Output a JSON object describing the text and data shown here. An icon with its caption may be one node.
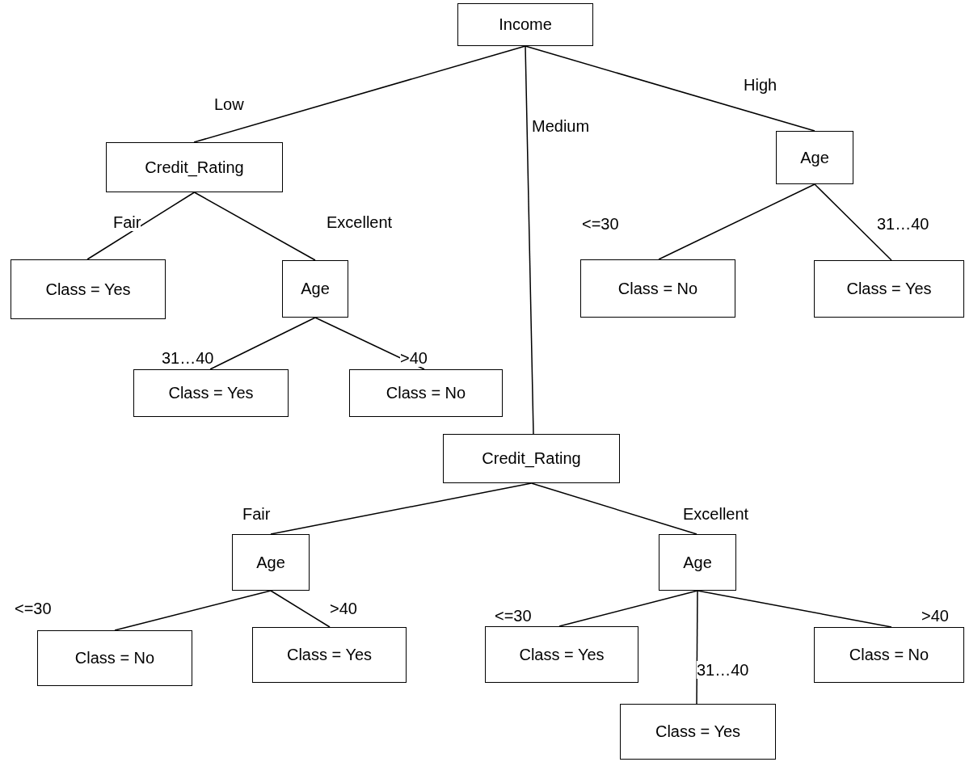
{
  "diagram": {
    "nodes": [
      {
        "text": [
          "Income"
        ]
      },
      {
        "text": [
          "Credit_Rating"
        ]
      },
      {
        "text": [
          "Class = Yes"
        ]
      },
      {
        "text": [
          "Age"
        ]
      },
      {
        "text": [
          "Class = Yes"
        ]
      },
      {
        "text": [
          "Class = No"
        ]
      },
      {
        "text": [
          "Credit_Rating"
        ]
      },
      {
        "text": [
          "Age"
        ]
      },
      {
        "text": [
          "Class = No"
        ]
      },
      {
        "text": [
          "Class = Yes"
        ]
      },
      {
        "text": [
          "Age"
        ]
      },
      {
        "text": [
          "Class = Yes"
        ]
      },
      {
        "text": [
          "Class = Yes"
        ]
      },
      {
        "text": [
          "Class = No"
        ]
      },
      {
        "text": [
          "Age"
        ]
      },
      {
        "text": [
          "Class = No"
        ]
      },
      {
        "text": [
          "Class = Yes"
        ]
      }
    ],
    "edges": [
      {
        "from": 0,
        "to": 1,
        "arrow": "none",
        "label": "Low"
      },
      {
        "from": 0,
        "to": 6,
        "arrow": "none",
        "label": "Medium"
      },
      {
        "from": 0,
        "to": 14,
        "arrow": "none",
        "label": "High"
      },
      {
        "from": 1,
        "to": 2,
        "arrow": "none",
        "label": "Fair"
      },
      {
        "from": 1,
        "to": 3,
        "arrow": "none",
        "label": "Excellent"
      },
      {
        "from": 3,
        "to": 4,
        "arrow": "none",
        "label": "31…40"
      },
      {
        "from": 3,
        "to": 5,
        "arrow": "none",
        "label": ">40"
      },
      {
        "from": 6,
        "to": 7,
        "arrow": "none",
        "label": "Fair"
      },
      {
        "from": 6,
        "to": 10,
        "arrow": "none",
        "label": "Excellent"
      },
      {
        "from": 7,
        "to": 8,
        "arrow": "none",
        "label": "<=30"
      },
      {
        "from": 7,
        "to": 9,
        "arrow": "none",
        "label": ">40"
      },
      {
        "from": 10,
        "to": 11,
        "arrow": "none",
        "label": "<=30"
      },
      {
        "from": 10,
        "to": 12,
        "arrow": "none",
        "label": "31…40"
      },
      {
        "from": 10,
        "to": 13,
        "arrow": "none",
        "label": ">40"
      },
      {
        "from": 14,
        "to": 15,
        "arrow": "none",
        "label": "<=30"
      },
      {
        "from": 14,
        "to": 16,
        "arrow": "none",
        "label": "31…40"
      }
    ]
  }
}
